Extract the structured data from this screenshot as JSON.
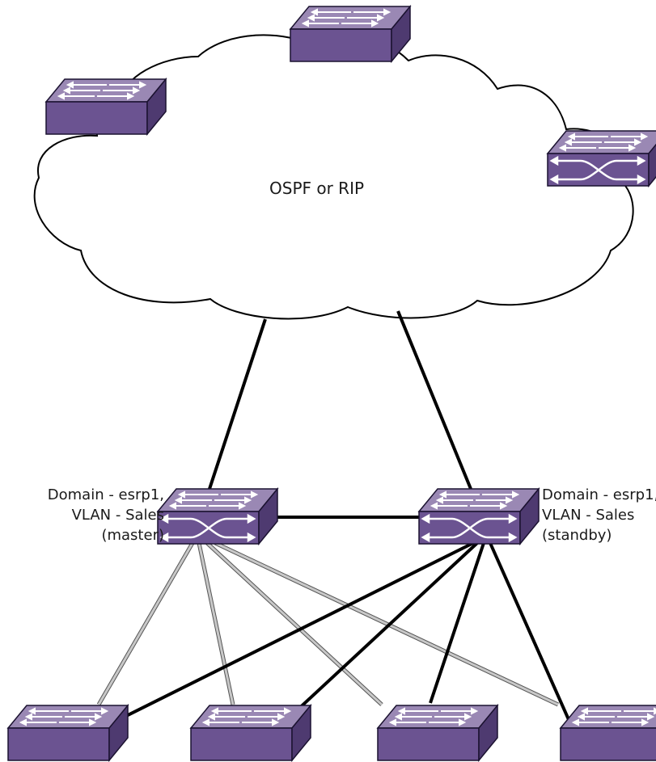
{
  "cloud": {
    "label": "OSPF or RIP"
  },
  "switches": {
    "master": {
      "label_lines": [
        "Domain - esrp1,",
        "VLAN - Sales",
        "(master)"
      ]
    },
    "standby": {
      "label_lines": [
        "Domain - esrp1,",
        "VLAN - Sales",
        "(standby)"
      ]
    }
  },
  "colors": {
    "switch_top": "#9a88b4",
    "switch_front": "#6b5391",
    "switch_side": "#4e3a70",
    "switch_outline": "#1b1230",
    "link_primary": "#000000",
    "link_secondary": "#b8b8b8"
  }
}
